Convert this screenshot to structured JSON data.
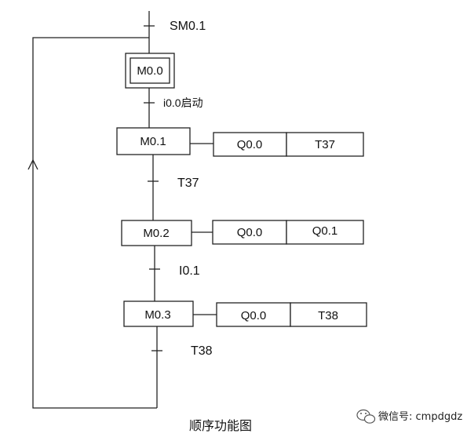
{
  "initial_transition": "SM0.1",
  "initial_step": "M0.0",
  "steps": [
    {
      "name": "M0.1",
      "actions": [
        "Q0.0",
        "T37"
      ]
    },
    {
      "name": "M0.2",
      "actions": [
        "Q0.0",
        "Q0.1"
      ]
    },
    {
      "name": "M0.3",
      "actions": [
        "Q0.0",
        "T38"
      ]
    }
  ],
  "transitions": [
    "i0.0启动",
    "T37",
    "I0.1",
    "T38"
  ],
  "caption": "顺序功能图",
  "watermark": "微信号: cmpdgdz"
}
